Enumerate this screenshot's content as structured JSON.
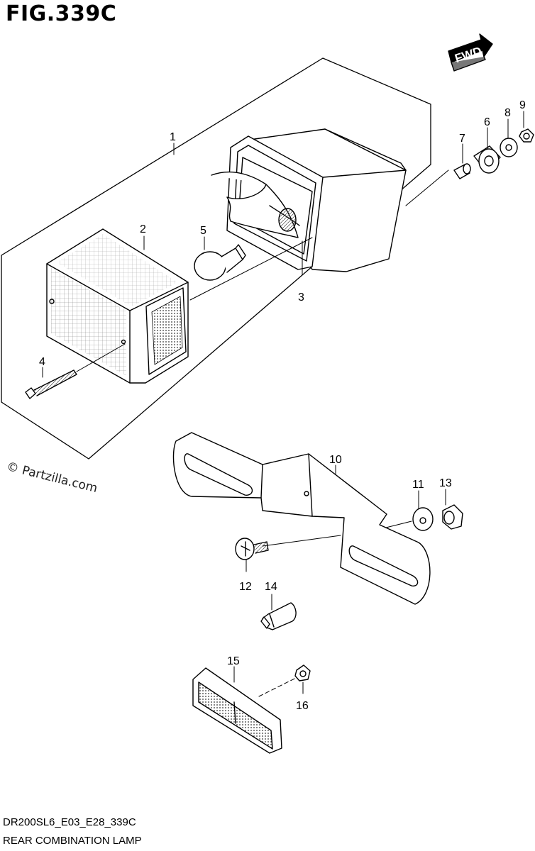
{
  "header": {
    "figure_title": "FIG.339C"
  },
  "direction_badge": {
    "label": "FWD",
    "icon": "forward-arrow-icon"
  },
  "watermark": {
    "text": "© Partzilla.com"
  },
  "parts": [
    {
      "id": "1",
      "label": "1"
    },
    {
      "id": "2",
      "label": "2"
    },
    {
      "id": "3",
      "label": "3"
    },
    {
      "id": "4",
      "label": "4"
    },
    {
      "id": "5",
      "label": "5"
    },
    {
      "id": "6",
      "label": "6"
    },
    {
      "id": "7",
      "label": "7"
    },
    {
      "id": "8",
      "label": "8"
    },
    {
      "id": "9",
      "label": "9"
    },
    {
      "id": "10",
      "label": "10"
    },
    {
      "id": "11",
      "label": "11"
    },
    {
      "id": "12",
      "label": "12"
    },
    {
      "id": "13",
      "label": "13"
    },
    {
      "id": "14",
      "label": "14"
    },
    {
      "id": "15",
      "label": "15"
    },
    {
      "id": "16",
      "label": "16"
    }
  ],
  "footer": {
    "diagram_code": "DR200SL6_E03_E28_339C",
    "description": "REAR COMBINATION LAMP"
  }
}
